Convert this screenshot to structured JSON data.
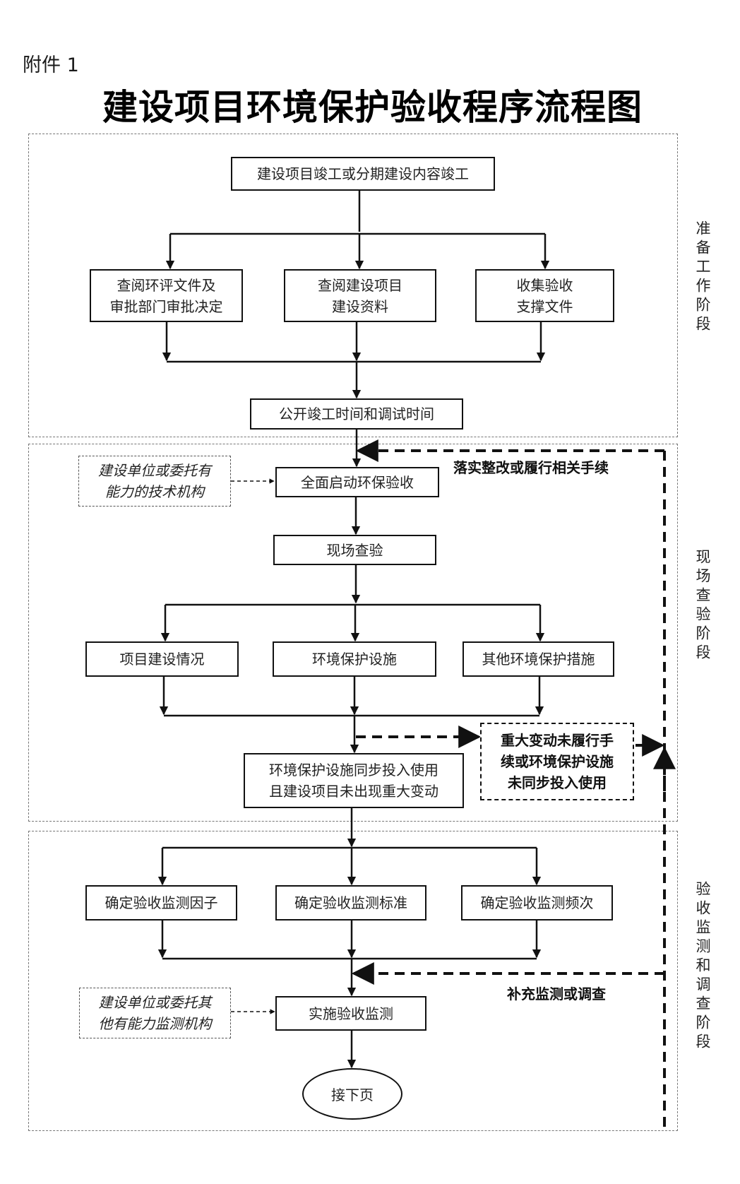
{
  "header": {
    "annex": "附件 1",
    "title": "建设项目环境保护验收程序流程图"
  },
  "stages": [
    {
      "label": "准备工作阶段"
    },
    {
      "label": "现场查验阶段"
    },
    {
      "label": "验收监测和调查阶段"
    }
  ],
  "preparation": {
    "start": "建设项目竣工或分期建设内容竣工",
    "branches": [
      "查阅环评文件及\n审批部门审批决定",
      "查阅建设项目\n建设资料",
      "收集验收\n支撑文件"
    ],
    "publish": "公开竣工时间和调试时间"
  },
  "inspection": {
    "note": "建设单位或委托有\n能力的技术机构",
    "launch": "全面启动环保验收",
    "site_check": "现场查验",
    "branches": [
      "项目建设情况",
      "环境保护设施",
      "其他环境保护措施"
    ],
    "ok_condition": "环境保护设施同步投入使用\n且建设项目未出现重大变动",
    "fail_condition": "重大变动未履行手\n续或环境保护设施\n未同步投入使用",
    "feedback_label": "落实整改或履行相关手续"
  },
  "monitoring": {
    "branches": [
      "确定验收监测因子",
      "确定验收监测标准",
      "确定验收监测频次"
    ],
    "note": "建设单位或委托其\n他有能力监测机构",
    "implement": "实施验收监测",
    "feedback_label": "补充监测或调查",
    "next": "接下页"
  }
}
